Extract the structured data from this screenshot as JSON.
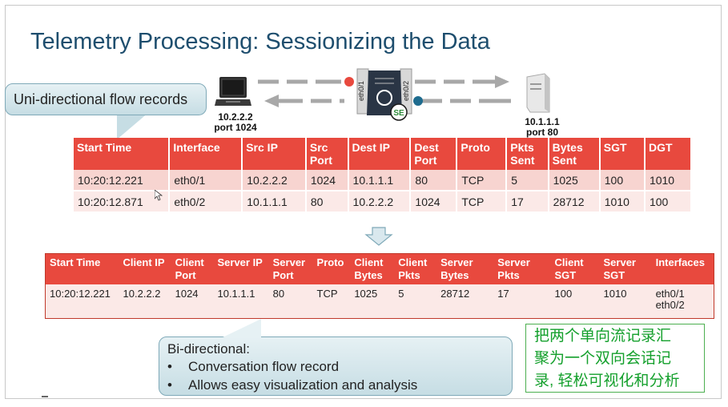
{
  "slide": {
    "title": "Telemetry Processing: Sessionizing the Data"
  },
  "topology": {
    "client_ip": "10.2.2.2",
    "client_port": "port 1024",
    "server_ip": "10.1.1.1",
    "server_port": "port 80",
    "if_left": "eth0/1",
    "if_right": "eth0/2",
    "switch_badge": "SE",
    "colors": {
      "dot_left": "#e8493e",
      "dot_right": "#1e6b8e",
      "arrow": "#9a9a9a"
    }
  },
  "callout_uni": {
    "text": "Uni-directional flow records"
  },
  "flow_table": {
    "headers": [
      "Start Time",
      "Interface",
      "Src IP",
      "Src Port",
      "Dest IP",
      "Dest Port",
      "Proto",
      "Pkts Sent",
      "Bytes Sent",
      "SGT",
      "DGT"
    ],
    "rows": [
      [
        "10:20:12.221",
        "eth0/1",
        "10.2.2.2",
        "1024",
        "10.1.1.1",
        "80",
        "TCP",
        "5",
        "1025",
        "100",
        "1010"
      ],
      [
        "10:20:12.871",
        "eth0/2",
        "10.1.1.1",
        "80",
        "10.2.2.2",
        "1024",
        "TCP",
        "17",
        "28712",
        "1010",
        "100"
      ]
    ]
  },
  "session_table": {
    "headers": [
      "Start Time",
      "Client IP",
      "Client Port",
      "Server IP",
      "Server Port",
      "Proto",
      "Client Bytes",
      "Client Pkts",
      "Server Bytes",
      "Server Pkts",
      "Client SGT",
      "Server SGT",
      "Interfaces"
    ],
    "row": [
      "10:20:12.221",
      "10.2.2.2",
      "1024",
      "10.1.1.1",
      "80",
      "TCP",
      "1025",
      "5",
      "28712",
      "17",
      "100",
      "1010",
      "eth0/1",
      "eth0/2"
    ]
  },
  "callout_bi": {
    "head": "Bi-directional:",
    "bullet": "•",
    "items": [
      "Conversation flow record",
      "Allows easy visualization and analysis"
    ]
  },
  "note": {
    "lines": [
      "把两个单向流记录汇",
      "聚为一个双向会话记",
      "录, 轻松可视化和分析"
    ],
    "color": "#14a02c"
  },
  "theme": {
    "header_red": "#e8493e",
    "title_blue": "#1e4e6e"
  }
}
